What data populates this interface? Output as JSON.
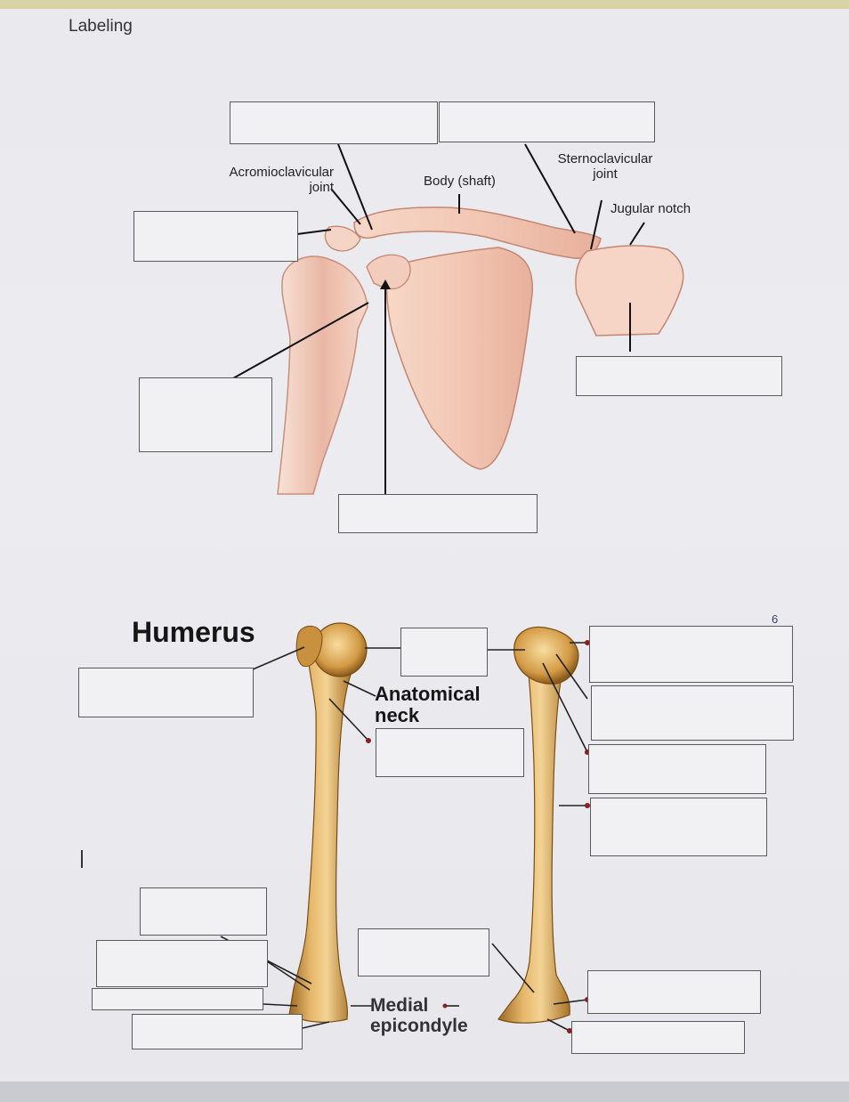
{
  "heading": "Labeling",
  "shoulder": {
    "labels": {
      "acromioclavicular_line1": "Acromioclavicular",
      "acromioclavicular_line2": "joint",
      "body_shaft": "Body (shaft)",
      "sternoclavicular_line1": "Sternoclavicular",
      "sternoclavicular_line2": "joint",
      "jugular_notch": "Jugular notch"
    }
  },
  "humerus": {
    "title": "Humerus",
    "anatomical_neck_line1": "Anatomical",
    "anatomical_neck_line2": "neck",
    "medial_epicondyle_line1": "Medial",
    "medial_epicondyle_line2": "epicondyle"
  },
  "page_number": "6",
  "blank_answer_boxes": 20
}
